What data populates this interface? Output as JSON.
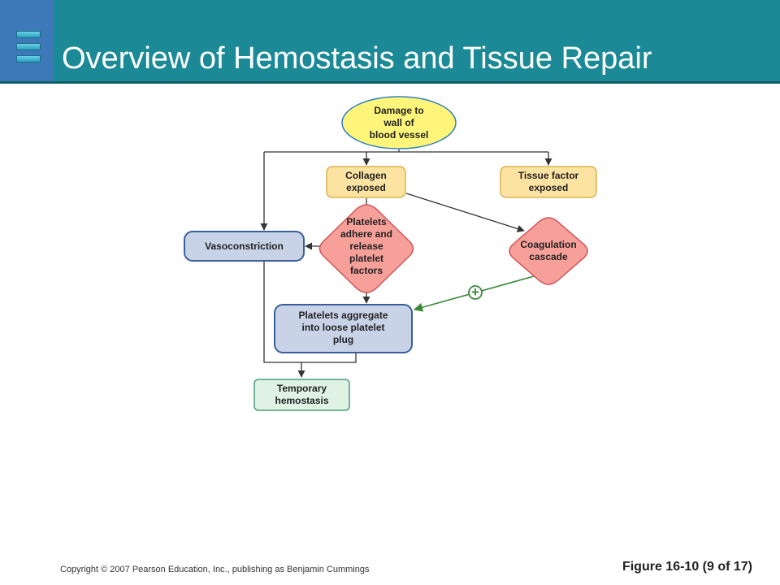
{
  "slide": {
    "title": "Overview of Hemostasis and Tissue Repair",
    "copyright": "Copyright © 2007 Pearson Education, Inc., publishing as Benjamin Cummings",
    "figure": "Figure 16-10 (9 of 17)"
  },
  "diagram": {
    "nodes": {
      "damage": "Damage to\nwall of\nblood vessel",
      "collagen": "Collagen\nexposed",
      "tissue_factor": "Tissue factor\nexposed",
      "vasoconstriction": "Vasoconstriction",
      "platelets_adhere": "Platelets\nadhere and\nrelease\nplatelet\nfactors",
      "coagulation": "Coagulation\ncascade",
      "aggregate": "Platelets aggregate\ninto loose platelet\nplug",
      "temporary": "Temporary\nhemostasis"
    },
    "positive_feedback_symbol": "+"
  },
  "colors": {
    "header": "#1b8a96",
    "yellow_node": "#fef57a",
    "orange_node": "#fde3a2",
    "red_node": "#f7a09a",
    "blue_node": "#c9d3e8",
    "green_node": "#dff2e3",
    "positive_arrow": "#3a8a3a"
  }
}
